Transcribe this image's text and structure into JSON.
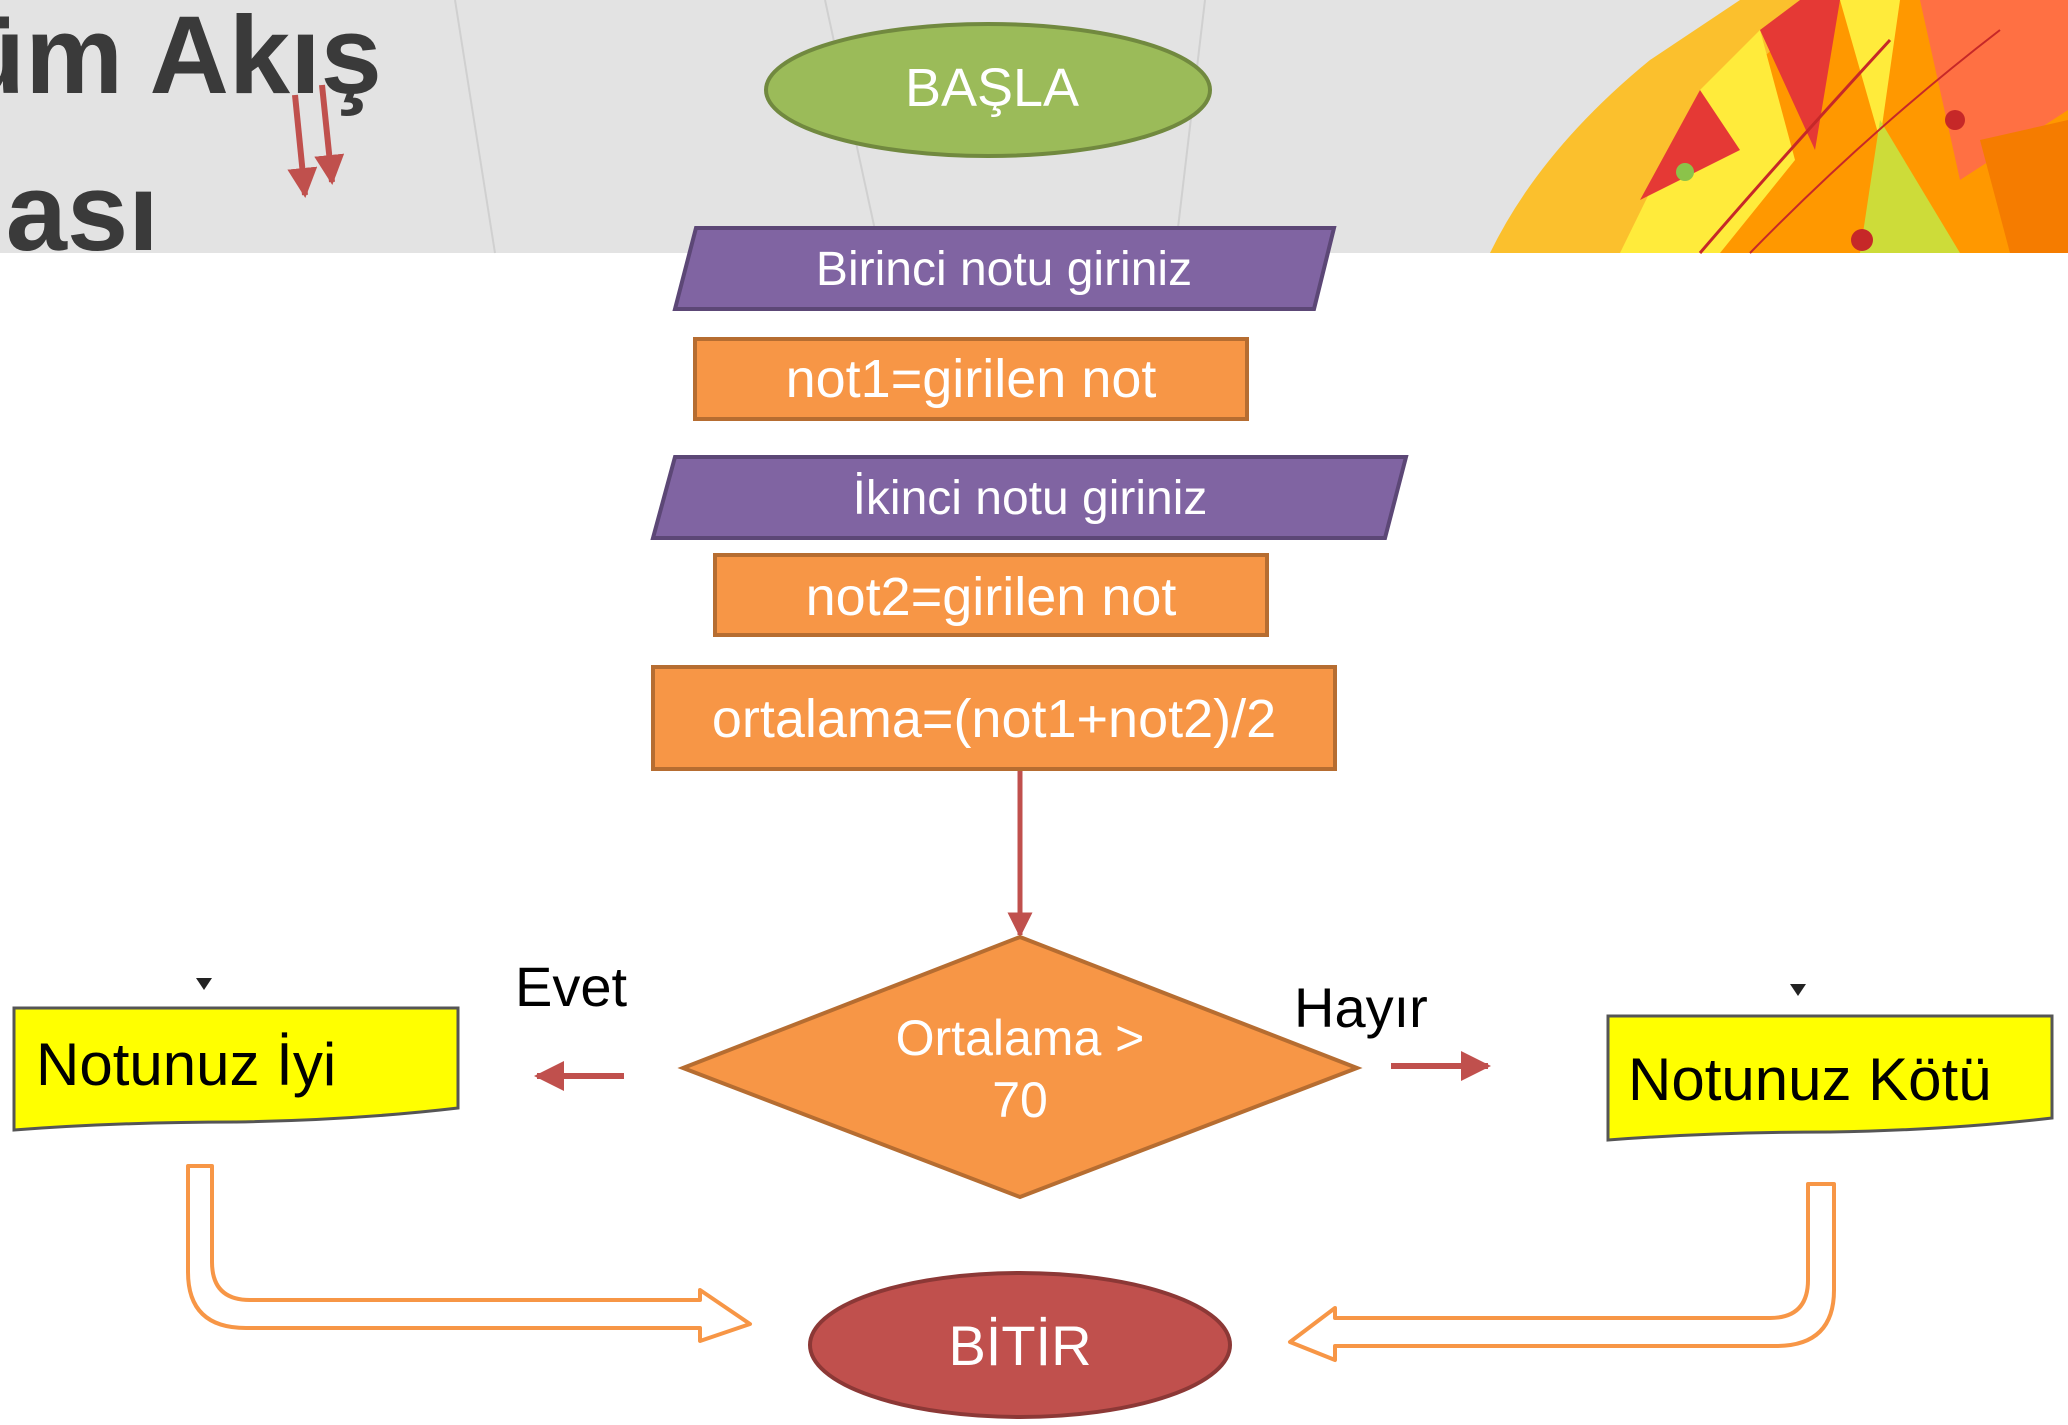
{
  "title": {
    "line1": "üm Akış",
    "line2": "ması"
  },
  "flowchart": {
    "start": "BAŞLA",
    "input1": "Birinci notu giriniz",
    "assign1": "not1=girilen not",
    "input2": "İkinci notu giriniz",
    "assign2": "not2=girilen not",
    "compute": "ortalama=(not1+not2)/2",
    "decision_line1": "Ortalama >",
    "decision_line2": "70",
    "yes_label": "Evet",
    "no_label": "Hayır",
    "output_yes": "Notunuz İyi",
    "output_no": "Notunuz Kötü",
    "end": "BİTİR"
  },
  "colors": {
    "header_bg": "#e3e3e3",
    "title_text": "#3a3a3a",
    "terminal_start": "#9bbb59",
    "terminal_end": "#c0504d",
    "io_shape": "#8064a2",
    "process_shape": "#f79646",
    "output_doc": "#ffff00",
    "arrow": "#c0504d",
    "block_arrow_outline": "#f79646"
  }
}
